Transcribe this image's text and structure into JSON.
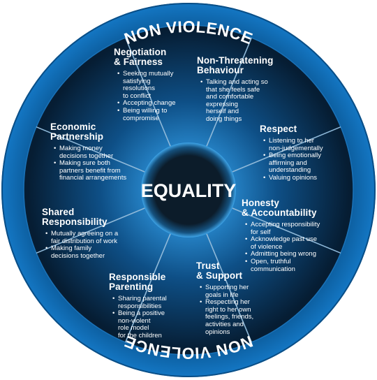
{
  "ring_text": {
    "top": "NON VIOLENCE",
    "bottom": "NON VIOLENCE"
  },
  "center": "EQUALITY",
  "colors": {
    "ring": "#0f74c2",
    "ring_dark": "#0b5a99",
    "center": "#0c1c2a",
    "center_glow": "#1d86c9",
    "wedge_light": "#2b8fd6",
    "wedge_dark": "#061d33",
    "divider": "#8fb9d9"
  },
  "segments": [
    {
      "id": "negotiation",
      "title": [
        "Negotiation",
        "& Fairness"
      ],
      "items": [
        [
          "Seeking mutually",
          "satisfying",
          "resolutions",
          "to conflict"
        ],
        [
          "Accepting change"
        ],
        [
          "Being willing to",
          "compromise"
        ]
      ]
    },
    {
      "id": "non-threatening",
      "title": [
        "Non-Threatening",
        "Behaviour"
      ],
      "items": [
        [
          "Talking and acting so",
          "that she feels safe",
          "and comfortable",
          "expressing",
          "herself and",
          "doing things"
        ]
      ]
    },
    {
      "id": "respect",
      "title": [
        "Respect"
      ],
      "items": [
        [
          "Listening to her",
          "non-judgementally"
        ],
        [
          "Being emotionally",
          "affirming and",
          "understanding"
        ],
        [
          "Valuing opinions"
        ]
      ]
    },
    {
      "id": "honesty",
      "title": [
        "Honesty",
        "& Accountability"
      ],
      "items": [
        [
          "Accepting responsibility",
          "for self"
        ],
        [
          "Acknowledge past use",
          "of violence"
        ],
        [
          "Admitting being wrong"
        ],
        [
          "Open, truthful",
          "communication"
        ]
      ]
    },
    {
      "id": "trust",
      "title": [
        "Trust",
        "& Support"
      ],
      "items": [
        [
          "Supporting her",
          "goals in life"
        ],
        [
          "Respecting her",
          "right to her own",
          "feelings, friends,",
          "activities and",
          "opinions"
        ]
      ]
    },
    {
      "id": "parenting",
      "title": [
        "Responsible",
        "Parenting"
      ],
      "items": [
        [
          "Sharing parental",
          "responsibilities"
        ],
        [
          "Being a positive",
          "non-violent",
          "role model",
          "for the children"
        ]
      ]
    },
    {
      "id": "shared",
      "title": [
        "Shared",
        "Responsibility"
      ],
      "items": [
        [
          "Mutually agreeing on a",
          "fair distribution of work"
        ],
        [
          "Making family",
          "decisions together"
        ]
      ]
    },
    {
      "id": "economic",
      "title": [
        "Economic",
        "Partnership"
      ],
      "items": [
        [
          "Making money",
          "decisions together"
        ],
        [
          "Making sure both",
          "partners benefit from",
          "financial arrangements"
        ]
      ]
    }
  ]
}
